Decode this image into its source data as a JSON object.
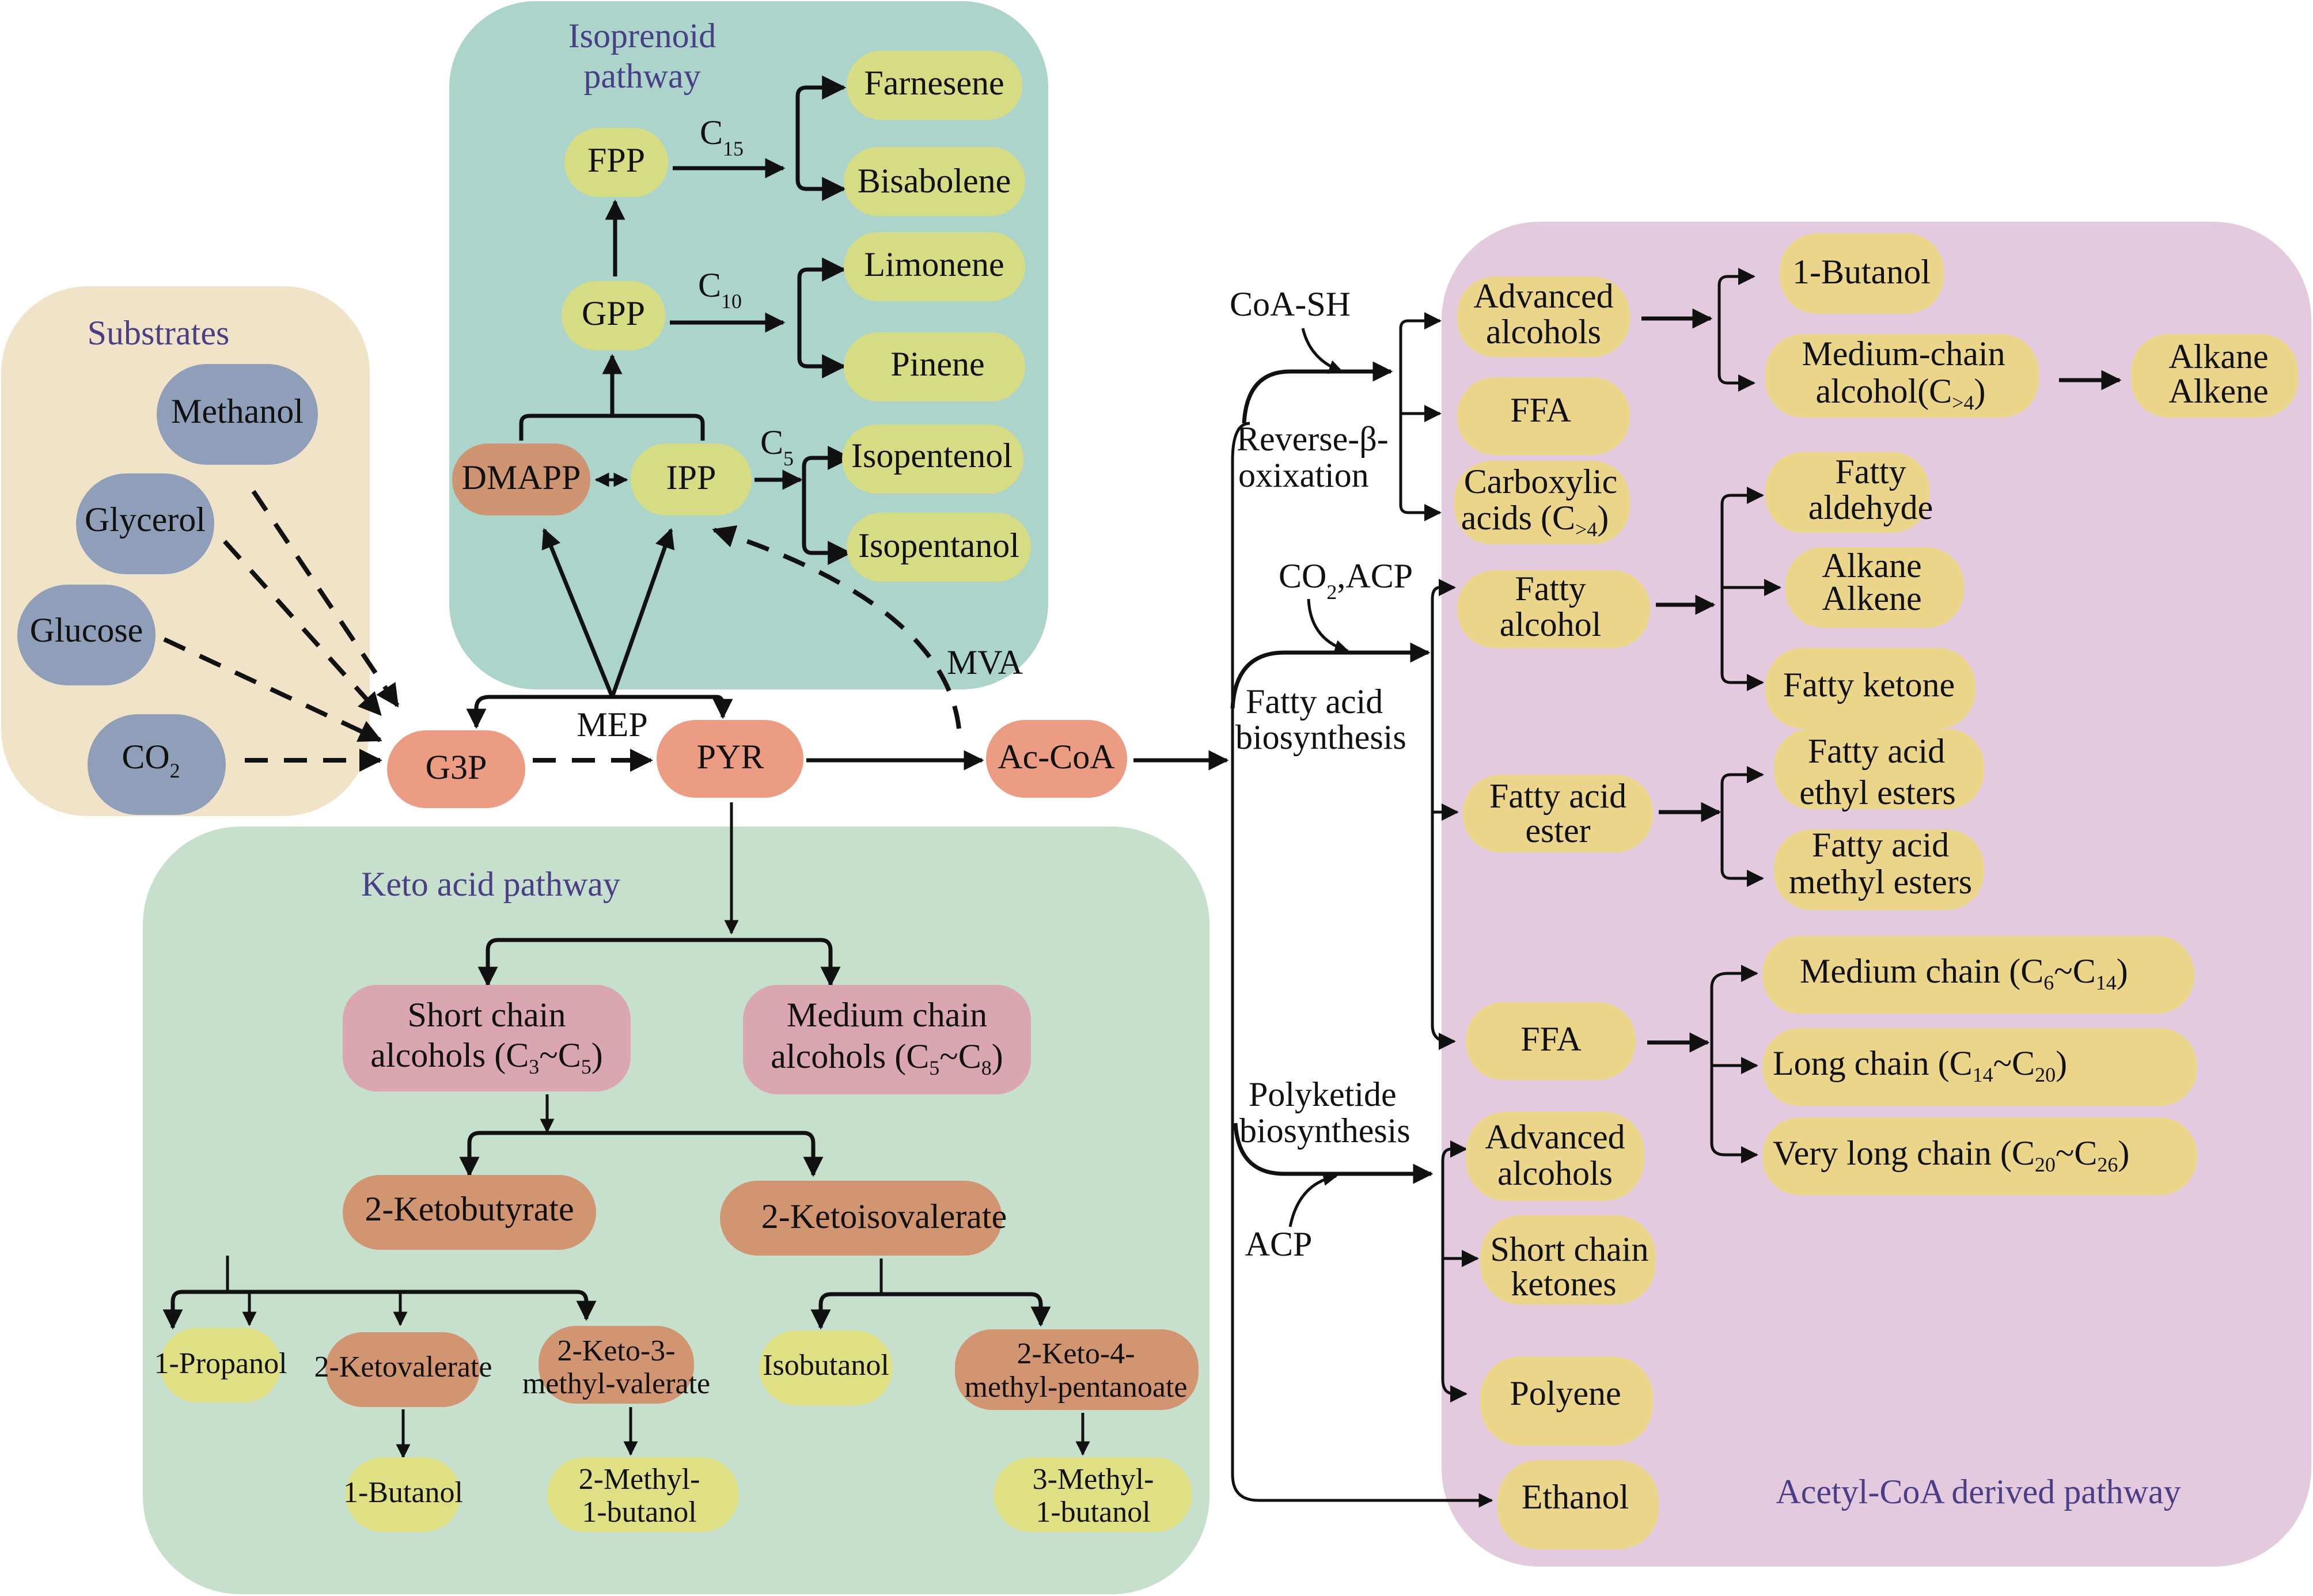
{
  "colors": {
    "substrates_bg": "#f1e3c7",
    "isoprenoid_bg": "#acd4cb",
    "keto_bg": "#c7e0cd",
    "acetyl_bg": "#e3cade",
    "substrate_node": "#8f9fb9",
    "core_node": "#ec9c82",
    "brown_node": "#d29571",
    "green_yellow_node": "#d6dc83",
    "yellow_node": "#dfe084",
    "pink_node": "#d9a6b1",
    "gold_node": "#ead58a",
    "region_title": "#4a3f86"
  },
  "regions": {
    "substrates": {
      "title": "Substrates"
    },
    "isoprenoid": {
      "title_line1": "Isoprenoid",
      "title_line2": "pathway"
    },
    "keto": {
      "title": "Keto acid pathway"
    },
    "acetyl": {
      "title": "Acetyl-CoA derived pathway"
    }
  },
  "substrates": [
    "Methanol",
    "Glycerol",
    "Glucose",
    "CO",
    "2"
  ],
  "core": {
    "g3p": "G3P",
    "pyr": "PYR",
    "accoa": "Ac-CoA",
    "mep": "MEP",
    "mva": "MVA"
  },
  "isoprenoid": {
    "fpp": "FPP",
    "gpp": "GPP",
    "dmapp": "DMAPP",
    "ipp": "IPP",
    "c15": {
      "base": "C",
      "sub": "15"
    },
    "c10": {
      "base": "C",
      "sub": "10"
    },
    "c5": {
      "base": "C",
      "sub": "5"
    },
    "products": [
      "Farnesene",
      "Bisabolene",
      "Limonene",
      "Pinene",
      "Isopentenol",
      "Isopentanol"
    ]
  },
  "keto": {
    "short_chain": {
      "line1": "Short chain",
      "line2_pre": "alcohols (C",
      "s1": "3",
      "mid": "~C",
      "s2": "5",
      "end": ")"
    },
    "medium_chain": {
      "line1": "Medium chain",
      "line2_pre": "alcohols (C",
      "s1": "5",
      "mid": "~C",
      "s2": "8",
      "end": ")"
    },
    "ketobutyrate": "2-Ketobutyrate",
    "ketoisovalerate": "2-Ketoisovalerate",
    "propanol": "1-Propanol",
    "ketovalerate": "2-Ketovalerate",
    "keto3": {
      "line1": "2-Keto-3-",
      "line2": "methyl-valerate"
    },
    "isobutanol": "Isobutanol",
    "keto4": {
      "line1": "2-Keto-4-",
      "line2": "methyl-pentanoate"
    },
    "butanol": "1-Butanol",
    "methylbutanol2": {
      "line1": "2-Methyl-",
      "line2": "1-butanol"
    },
    "methylbutanol3": {
      "line1": "3-Methyl-",
      "line2": "1-butanol"
    }
  },
  "acetyl": {
    "coash": "CoA-SH",
    "reverse_beta": {
      "line1": "Reverse-β-",
      "line2": "oxixation"
    },
    "co2acp": {
      "base": "CO",
      "sub": "2",
      "rest": ",ACP"
    },
    "fatty_acid_bio": {
      "line1": "Fatty acid",
      "line2": "biosynthesis"
    },
    "polyketide": {
      "line1": "Polyketide",
      "line2": "biosynthesis"
    },
    "acp": "ACP",
    "adv_alcohols1": {
      "line1": "Advanced",
      "line2": "alcohols"
    },
    "ffa1": "FFA",
    "carboxylic": {
      "line1": "Carboxylic",
      "line2_pre": "acids (C",
      "sub": ">4",
      "end": ")"
    },
    "butanol": "1-Butanol",
    "medium_alcohol": {
      "line1": "Medium-chain",
      "line2_pre": "alcohol(C",
      "sub": ">4",
      "end": ")"
    },
    "alkane_alkene1": {
      "line1": "Alkane",
      "line2": "Alkene"
    },
    "fatty_alcohol": {
      "line1": "Fatty",
      "line2": "alcohol"
    },
    "fatty_aldehyde": {
      "line1": "Fatty",
      "line2": "aldehyde"
    },
    "alkane_alkene2": {
      "line1": "Alkane",
      "line2": "Alkene"
    },
    "fatty_ketone": "Fatty ketone",
    "fatty_acid_ester": {
      "line1": "Fatty acid",
      "line2": "ester"
    },
    "ethyl_esters": {
      "line1": "Fatty acid",
      "line2": "ethyl esters"
    },
    "methyl_esters": {
      "line1": "Fatty acid",
      "line2": "methyl esters"
    },
    "ffa2": "FFA",
    "medium_chain": {
      "pre": "Medium chain (C",
      "s1": "6",
      "mid": "~C",
      "s2": "14",
      "end": ")"
    },
    "long_chain": {
      "pre": "Long chain (C",
      "s1": "14",
      "mid": "~C",
      "s2": "20",
      "end": ")"
    },
    "very_long_chain": {
      "pre": "Very long chain (C",
      "s1": "20",
      "mid": "~C",
      "s2": "26",
      "end": ")"
    },
    "adv_alcohols2": {
      "line1": "Advanced",
      "line2": "alcohols"
    },
    "short_ketones": {
      "line1": "Short chain",
      "line2": "ketones"
    },
    "polyene": "Polyene",
    "ethanol": "Ethanol"
  }
}
